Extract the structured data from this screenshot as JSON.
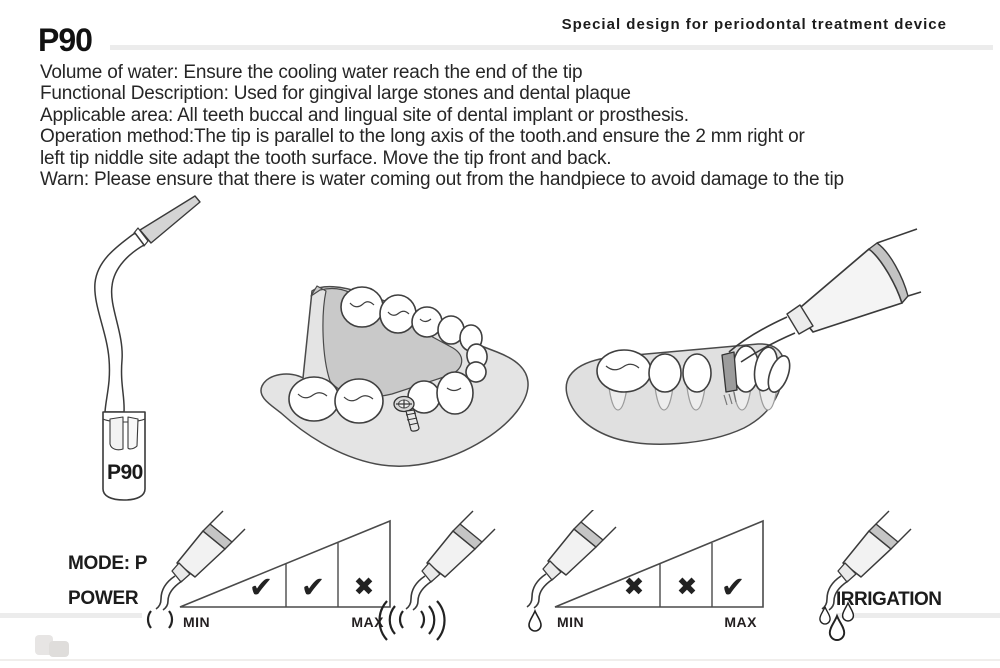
{
  "page": {
    "tagline": "Special design for periodontal treatment device",
    "model": "P90"
  },
  "description": {
    "lines": [
      "Volume of water: Ensure the cooling water reach the end of the tip",
      "Functional Description: Used for gingival large stones and dental plaque",
      "Applicable area: All teeth buccal and lingual site of dental implant or prosthesis.",
      "Operation method:The tip is parallel to the long axis of the tooth.and ensure the 2 mm right or",
      "left tip niddle site adapt the tooth surface. Move the tip front and back.",
      "Warn: Please ensure that there is water coming out from the handpiece to avoid damage to the tip"
    ]
  },
  "tip_illustration": {
    "label": "P90"
  },
  "power_diagram": {
    "mode_label": "MODE: P",
    "section_label": "POWER",
    "min_label": "MIN",
    "max_label": "MAX",
    "marks": [
      "✔",
      "✔",
      "✖"
    ]
  },
  "irrigation_diagram": {
    "section_label": "IRRIGATION",
    "min_label": "MIN",
    "max_label": "MAX",
    "marks": [
      "✖",
      "✖",
      "✔"
    ]
  },
  "icons": {
    "power_min": "handpiece-weak-vibration-icon",
    "power_max": "handpiece-strong-vibration-icon",
    "irrigation_min": "handpiece-single-drop-icon",
    "irrigation_max": "handpiece-multi-drop-icon"
  },
  "colors": {
    "rule_gray": "#ececec",
    "line_art": "#3a3a3a",
    "palate_gray": "#c9c9c9",
    "gum_gray": "#e0e0e0",
    "text": "#231f20"
  }
}
